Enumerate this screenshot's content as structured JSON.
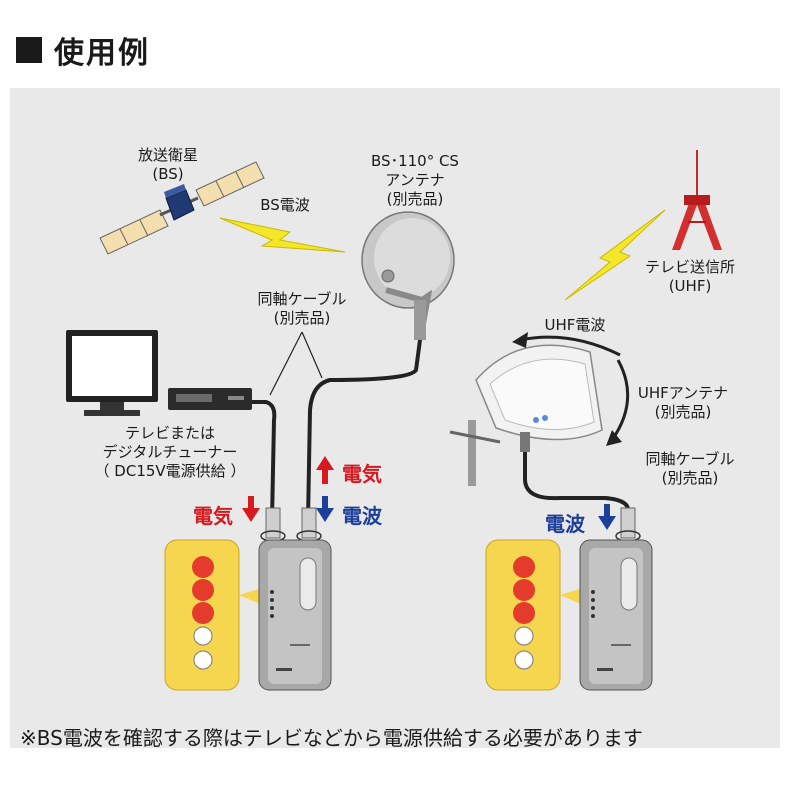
{
  "heading": "使用例",
  "labels": {
    "satellite_name": "放送衛星",
    "satellite_code": "(BS)",
    "bs_wave": "BS電波",
    "bs_antenna_title": "BS･110° CS",
    "bs_antenna_sub": "アンテナ",
    "sold_separately_1": "(別売品)",
    "tower_name": "テレビ送信所",
    "tower_code": "(UHF)",
    "coax_left_title": "同軸ケーブル",
    "coax_left_sub": "(別売品)",
    "uhf_wave": "UHF電波",
    "uhf_antenna_title": "UHFアンテナ",
    "uhf_antenna_sub": "(別売品)",
    "coax_right_title": "同軸ケーブル",
    "coax_right_sub": "(別売品)",
    "tv_line1": "テレビまたは",
    "tv_line2": "デジタルチューナー",
    "tv_line3": "（ DC15V電源供給 ）",
    "power_up": "電気",
    "wave_down_left": "電波",
    "power_down": "電気",
    "wave_down_right": "電波"
  },
  "footnote": "※BS電波を確認する際はテレビなどから電源供給する必要があります",
  "colors": {
    "power": "#d71920",
    "wave": "#1c3f9a",
    "bolt": "#f4e629",
    "led_on": "#e53b2c",
    "panel": "#e9e9e9"
  },
  "icons": [
    "satellite-icon",
    "dish-antenna-icon",
    "tv-tower-icon",
    "uhf-antenna-icon",
    "monitor-icon",
    "tuner-icon",
    "checker-device-icon",
    "led-panel-icon",
    "lightning-icon",
    "arrow-up-icon",
    "arrow-down-icon"
  ]
}
